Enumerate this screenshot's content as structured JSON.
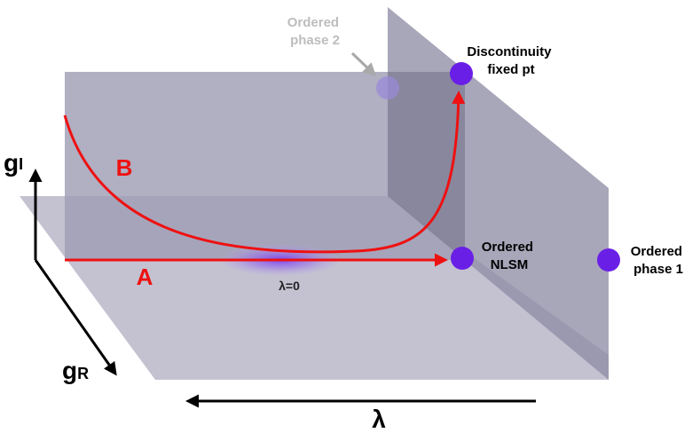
{
  "axes": {
    "g_I": {
      "base": "g",
      "sub": "I"
    },
    "g_R": {
      "base": "g",
      "sub": "R"
    },
    "lambda": "λ"
  },
  "paths": {
    "A": "A",
    "B": "B"
  },
  "points": {
    "discontinuity": {
      "line1": "Discontinuity",
      "line2": "fixed pt"
    },
    "ordered_nlsm": {
      "line1": "Ordered",
      "line2": "NLSM"
    },
    "ordered_phase1": {
      "line1": "Ordered",
      "line2": "phase 1"
    },
    "ordered_phase2": {
      "line1": "Ordered",
      "line2": "phase 2"
    }
  },
  "origin_label": "λ=0",
  "colors": {
    "plane_fill": "#a6a4b8",
    "plane_fill_back": "#8e8ca3",
    "path_red": "#ee1111",
    "fixed_point": "#6a1fe6",
    "faded_point": "#9b8ad8",
    "faded_text": "#bdbdbd",
    "axis": "#000000"
  }
}
